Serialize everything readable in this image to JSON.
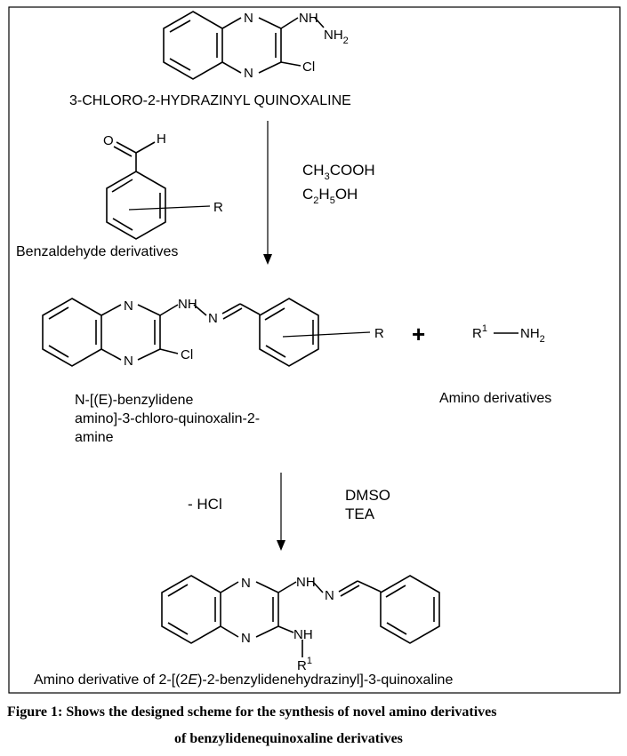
{
  "start": {
    "name": "3-CHLORO-2-HYDRAZINYL QUINOXALINE",
    "atoms": {
      "n_top": "N",
      "n_bottom": "N",
      "nh": "NH",
      "nh2": "NH",
      "nh2_sub": "2",
      "cl": "Cl"
    }
  },
  "aldehyde": {
    "label": "Benzaldehyde derivatives",
    "atoms": {
      "o": "O",
      "h": "H",
      "r": "R"
    }
  },
  "step1": {
    "reagent1_main": "CH",
    "reagent1_sub": "3",
    "reagent1_rest": "COOH",
    "reagent2_a": "C",
    "reagent2_sub1": "2",
    "reagent2_b": "H",
    "reagent2_sub2": "5",
    "reagent2_c": "OH"
  },
  "intermediate": {
    "name_line1": "N-[(E)-benzylidene",
    "name_line2": "amino]-3-chloro-quinoxalin-2-",
    "name_line3": "amine",
    "atoms": {
      "n_top": "N",
      "n_bottom": "N",
      "nh": "NH",
      "n": "N",
      "cl": "Cl",
      "r": "R"
    }
  },
  "plus": "+",
  "amine": {
    "label": "Amino derivatives",
    "r": "R",
    "r_sup": "1",
    "nh2": "NH",
    "nh2_sub": "2"
  },
  "step2": {
    "left_reagent": "- HCl",
    "right_reagent1": "DMSO",
    "right_reagent2": "TEA"
  },
  "product": {
    "name_a": "Amino derivative of 2-[(2",
    "name_e": "E",
    "name_b": ")-2-benzylidenehydrazinyl]-3-quinoxaline",
    "atoms": {
      "n_top": "N",
      "n_bottom": "N",
      "nh": "NH",
      "n": "N",
      "nh_low": "NH",
      "r": "R",
      "r_sup": "1"
    }
  },
  "caption": {
    "line1": "Figure  1: Shows the designed scheme for the synthesis of novel amino  derivatives",
    "line2": "of benzylidenequinoxaline  derivatives"
  }
}
